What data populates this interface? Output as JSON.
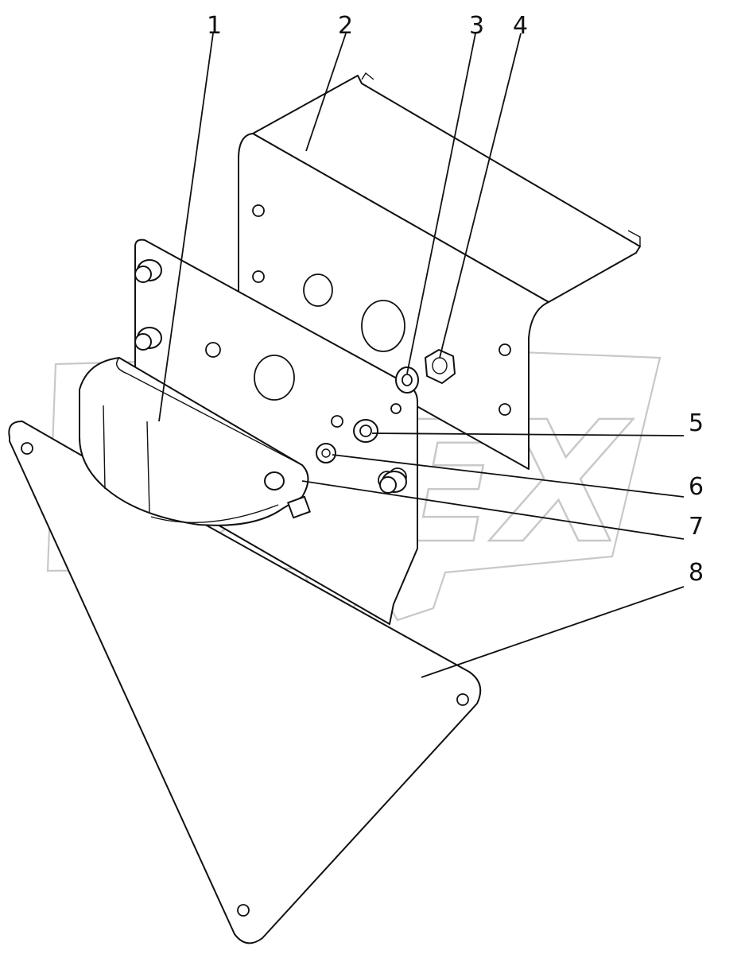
{
  "diagram": {
    "callouts": [
      {
        "id": "1",
        "label": "1"
      },
      {
        "id": "2",
        "label": "2"
      },
      {
        "id": "3",
        "label": "3"
      },
      {
        "id": "4",
        "label": "4"
      },
      {
        "id": "5",
        "label": "5"
      },
      {
        "id": "6",
        "label": "6"
      },
      {
        "id": "7",
        "label": "7"
      },
      {
        "id": "8",
        "label": "8"
      }
    ],
    "watermark": {
      "text": "OPEX"
    }
  },
  "colors": {
    "line": "#111111",
    "background": "#ffffff",
    "watermark": "#c8c8c8"
  }
}
